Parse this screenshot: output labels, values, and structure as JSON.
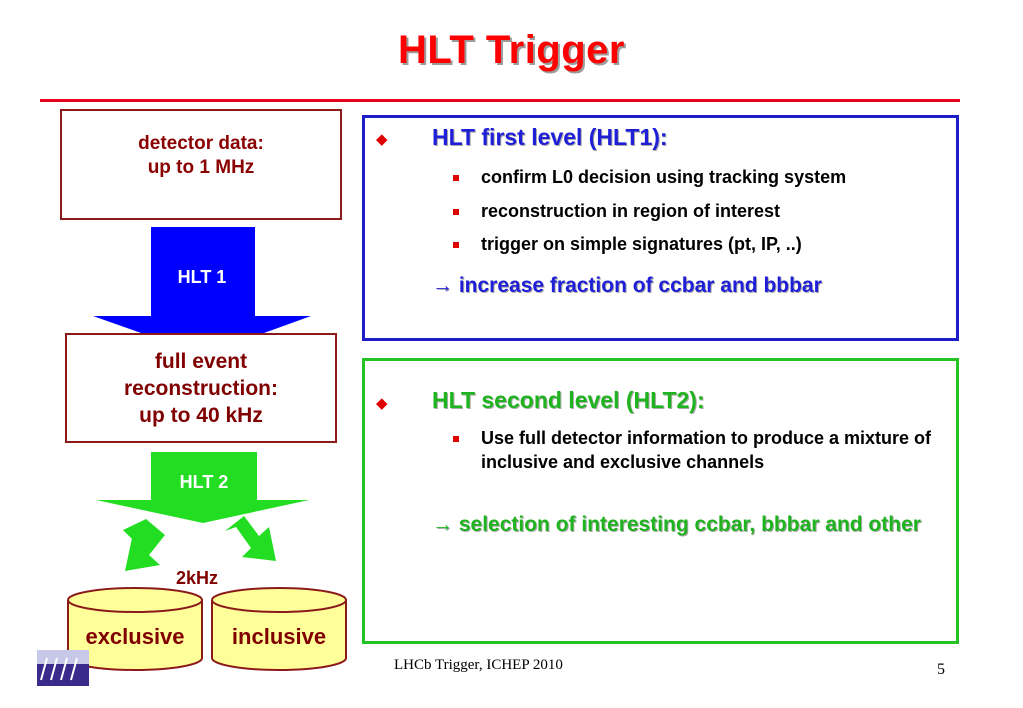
{
  "slide": {
    "title": "HLT Trigger",
    "footer": "LHCb Trigger, ICHEP 2010",
    "page_number": "5"
  },
  "flow": {
    "detector_box": [
      "detector data:",
      "up to 1 MHz"
    ],
    "hlt1_arrow": "HLT 1",
    "reconstruction_box": [
      "full event",
      "reconstruction:",
      "up to 40 kHz"
    ],
    "hlt2_arrow": "HLT 2",
    "output_rate": "2kHz",
    "storage": [
      "exclusive",
      "inclusive"
    ]
  },
  "hlt1_panel": {
    "heading": "HLT first level (HLT1):",
    "items": [
      "confirm L0 decision using tracking system",
      "reconstruction in region of interest",
      "trigger on simple signatures (pt, IP, ..)"
    ],
    "conclusion": "increase fraction of ccbar and bbbar"
  },
  "hlt2_panel": {
    "heading": "HLT second level (HLT2):",
    "items": [
      "Use full detector information to produce a mixture of inclusive and exclusive channels"
    ],
    "conclusion": "selection of interesting ccbar, bbbar and other"
  },
  "colors": {
    "title": "#ff0000",
    "hlt1_panel_border": "#1e1ec8",
    "hlt2_panel_border": "#22c322",
    "hlt1_arrow": "#0000ff",
    "hlt2_arrow": "#22dd22",
    "box_border": "#8b1a1a",
    "cylinder_fill": "#ffff99"
  },
  "icons": {
    "bullet_main": "diamond-icon",
    "bullet_sub": "square-icon",
    "conclusion": "right-arrow-icon"
  }
}
